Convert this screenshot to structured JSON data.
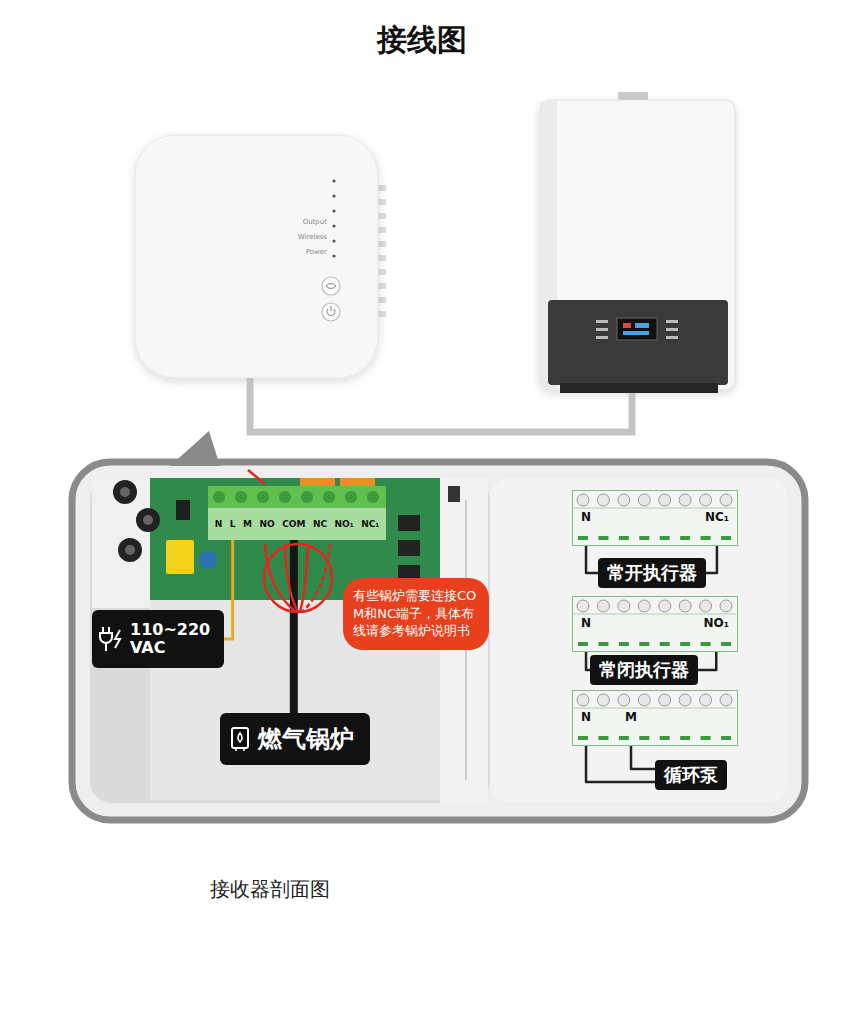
{
  "diagram": {
    "title": "接线图",
    "caption": "接收器剖面图",
    "nodes": [
      {
        "text": [
          "N",
          "L",
          "M",
          "NO",
          "COM",
          "NC",
          "NO₁",
          "NC₁"
        ]
      },
      {
        "text": [
          "110~220 VAC"
        ]
      },
      {
        "text": [
          "有些锅炉需要连接COM和NC端子，具体布线请参考锅炉说明书"
        ]
      },
      {
        "text": [
          "燃气锅炉"
        ]
      },
      {
        "text": [
          "N",
          "NC₁"
        ]
      },
      {
        "text": [
          "常开执行器"
        ]
      },
      {
        "text": [
          "N",
          "NO₁"
        ]
      },
      {
        "text": [
          "常闭执行器"
        ]
      },
      {
        "text": [
          "N",
          "M"
        ]
      },
      {
        "text": [
          "循环泵"
        ]
      }
    ],
    "edges": [
      {
        "from": 0,
        "to": 1,
        "arrow": "none"
      },
      {
        "from": 0,
        "to": 3,
        "arrow": "none"
      },
      {
        "from": 4,
        "to": 5,
        "arrow": "none"
      },
      {
        "from": 5,
        "to": 4,
        "arrow": "none"
      },
      {
        "from": 6,
        "to": 7,
        "arrow": "none"
      },
      {
        "from": 7,
        "to": 6,
        "arrow": "none"
      },
      {
        "from": 8,
        "to": 9,
        "arrow": "none"
      },
      {
        "from": 9,
        "to": 8,
        "arrow": "none"
      }
    ],
    "labels": [
      "Output",
      "Wireless",
      "Power"
    ]
  }
}
